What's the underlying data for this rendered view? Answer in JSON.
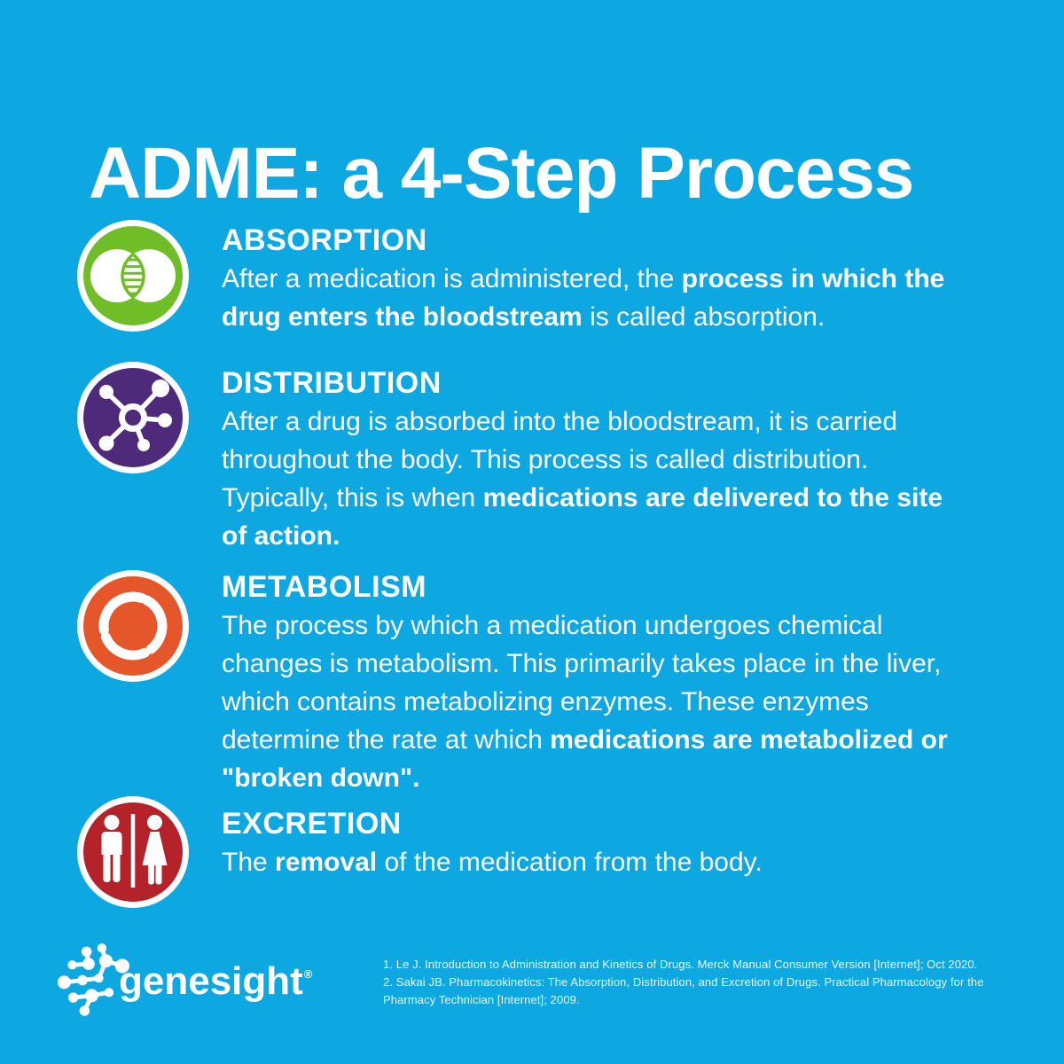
{
  "palette": {
    "background": "#0da7e1",
    "white": "#ffffff",
    "absorption_green": "#6fbe28",
    "distribution_purple": "#4e2a7a",
    "metabolism_orange": "#e5562a",
    "excretion_red": "#b4232a"
  },
  "title": "ADME: a 4-Step Process",
  "sections": [
    {
      "id": "absorption",
      "heading": "ABSORPTION",
      "icon": "venn-diagram-icon",
      "icon_color": "#6fbe28",
      "body": [
        [
          {
            "t": "After a medication is administered, the ",
            "b": false
          },
          {
            "t": "process in which the",
            "b": true
          }
        ],
        [
          {
            "t": "drug enters the bloodstream",
            "b": true
          },
          {
            "t": " is called absorption.",
            "b": false
          }
        ]
      ]
    },
    {
      "id": "distribution",
      "heading": "DISTRIBUTION",
      "icon": "molecule-network-icon",
      "icon_color": "#4e2a7a",
      "body": [
        [
          {
            "t": "After a drug is absorbed into the bloodstream, it is carried",
            "b": false
          }
        ],
        [
          {
            "t": "throughout the body. This process is called distribution.",
            "b": false
          }
        ],
        [
          {
            "t": "Typically, this is when ",
            "b": false
          },
          {
            "t": "medications are delivered to the site",
            "b": true
          }
        ],
        [
          {
            "t": "of action.",
            "b": true
          }
        ]
      ]
    },
    {
      "id": "metabolism",
      "heading": "METABOLISM",
      "icon": "cycle-arrows-icon",
      "icon_color": "#e5562a",
      "body": [
        [
          {
            "t": "The process by which a medication undergoes chemical",
            "b": false
          }
        ],
        [
          {
            "t": "changes is metabolism. This primarily takes place in the liver,",
            "b": false
          }
        ],
        [
          {
            "t": "which contains metabolizing enzymes. These enzymes",
            "b": false
          }
        ],
        [
          {
            "t": "determine the rate at which ",
            "b": false
          },
          {
            "t": "medications are metabolized or",
            "b": true
          }
        ],
        [
          {
            "t": "\"broken down\".",
            "b": true
          }
        ]
      ]
    },
    {
      "id": "excretion",
      "heading": "EXCRETION",
      "icon": "restroom-figures-icon",
      "icon_color": "#b4232a",
      "body": [
        [
          {
            "t": "The ",
            "b": false
          },
          {
            "t": "removal",
            "b": true
          },
          {
            "t": " of the medication from the body.",
            "b": false
          }
        ]
      ]
    }
  ],
  "footer": {
    "logo_text": "genesight",
    "logo_trademark": "®",
    "citations": [
      "1. Le J. Introduction to Administration and Kinetics of Drugs. Merck Manual Consumer Version [Internet]; Oct 2020.",
      "2. Sakai JB. Pharmacokinetics: The Absorption, Distribution, and Excretion of Drugs. Practical Pharmacology for the Pharmacy Technician [Internet]; 2009."
    ]
  }
}
